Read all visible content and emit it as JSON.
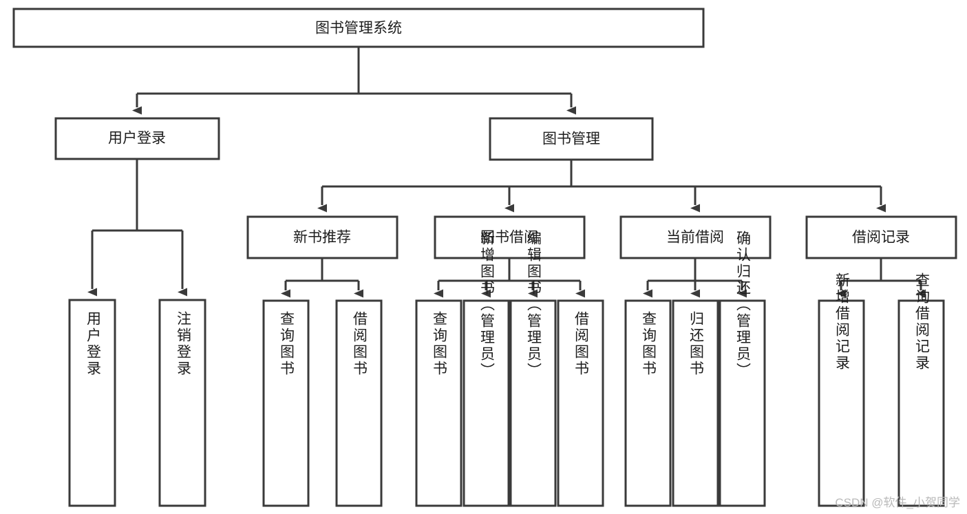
{
  "diagram": {
    "type": "tree",
    "title": "图书管理系统",
    "orientation": "top-down",
    "colors": {
      "stroke": "#3a3a3a",
      "box_fill": "#ffffff",
      "text": "#1d1d1d",
      "background": "#ffffff",
      "watermark": "#b9b9b9"
    },
    "root": {
      "id": "root",
      "label": "图书管理系统",
      "level": 0
    },
    "level1": [
      {
        "id": "n-user-login",
        "label": "用户登录",
        "level": 1
      },
      {
        "id": "n-book-mgmt",
        "label": "图书管理",
        "level": 1
      }
    ],
    "level2": [
      {
        "id": "n-new-book-rec",
        "label": "新书推荐",
        "level": 2,
        "parent": "n-book-mgmt"
      },
      {
        "id": "n-book-borrow",
        "label": "图书借阅",
        "level": 2,
        "parent": "n-book-mgmt"
      },
      {
        "id": "n-current-borrow",
        "label": "当前借阅",
        "level": 2,
        "parent": "n-book-mgmt"
      },
      {
        "id": "n-borrow-record",
        "label": "借阅记录",
        "level": 2,
        "parent": "n-book-mgmt"
      }
    ],
    "leaves": [
      {
        "id": "leaf-user-login",
        "label": "用户登录",
        "parent": "n-user-login",
        "vertical": true
      },
      {
        "id": "leaf-logout",
        "label": "注销登录",
        "parent": "n-user-login",
        "vertical": true
      },
      {
        "id": "leaf-query-book-1",
        "label": "查询图书",
        "parent": "n-new-book-rec",
        "vertical": true
      },
      {
        "id": "leaf-borrow-book-1",
        "label": "借阅图书",
        "parent": "n-new-book-rec",
        "vertical": true
      },
      {
        "id": "leaf-query-book-2",
        "label": "查询图书",
        "parent": "n-book-borrow",
        "vertical": true
      },
      {
        "id": "leaf-add-book",
        "label": "新增图书（管理员）",
        "parent": "n-book-borrow",
        "vertical": true
      },
      {
        "id": "leaf-edit-book",
        "label": "编辑图书（管理员）",
        "parent": "n-book-borrow",
        "vertical": true
      },
      {
        "id": "leaf-borrow-book-2",
        "label": "借阅图书",
        "parent": "n-book-borrow",
        "vertical": true
      },
      {
        "id": "leaf-query-book-3",
        "label": "查询图书",
        "parent": "n-current-borrow",
        "vertical": true
      },
      {
        "id": "leaf-return-book",
        "label": "归还图书",
        "parent": "n-current-borrow",
        "vertical": true
      },
      {
        "id": "leaf-confirm-return",
        "label": "确认归还（管理员）",
        "parent": "n-current-borrow",
        "vertical": true
      },
      {
        "id": "leaf-add-record",
        "label": "新增借阅记录",
        "parent": "n-borrow-record",
        "vertical": true
      },
      {
        "id": "leaf-query-record",
        "label": "查询借阅记录",
        "parent": "n-borrow-record",
        "vertical": true
      }
    ]
  },
  "watermark": {
    "text": "CSDN @软件_小贺同学"
  }
}
